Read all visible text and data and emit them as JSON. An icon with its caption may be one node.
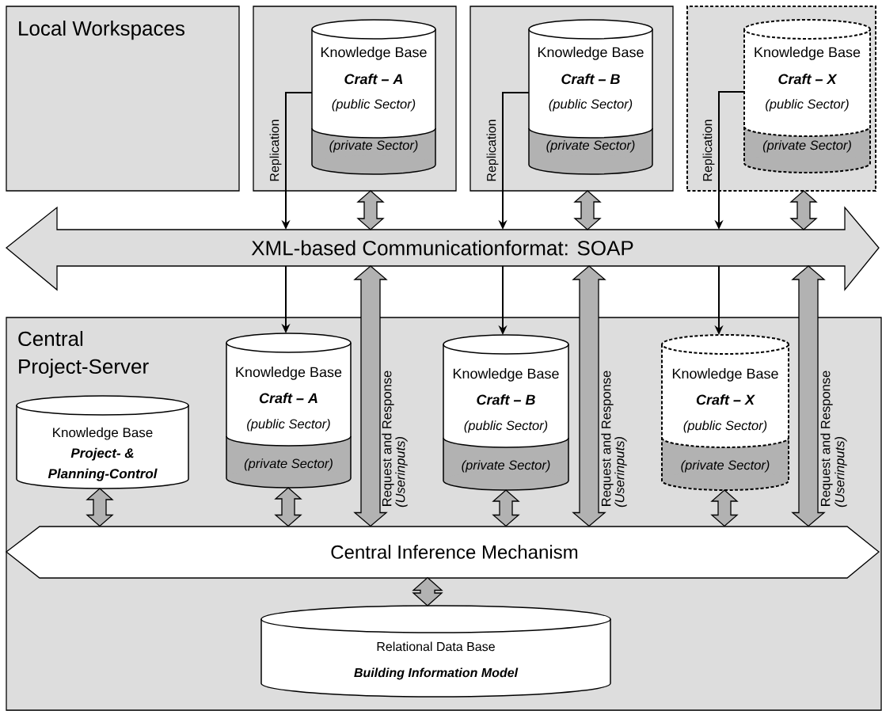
{
  "diagram": {
    "nodes": [
      {
        "text": [
          "Local Workspaces"
        ]
      },
      {
        "text": [],
        "shape": "box"
      },
      {
        "text": [
          "Knowledge Base",
          "Craft – A",
          "(public Sector)",
          "(private Sector)"
        ],
        "in": 1
      },
      {
        "text": [],
        "shape": "box"
      },
      {
        "text": [
          "Knowledge Base",
          "Craft – B",
          "(public Sector)",
          "(private Sector)"
        ],
        "in": 3
      },
      {
        "text": [],
        "shape": "box"
      },
      {
        "text": [
          "Knowledge Base",
          "Craft – X",
          "(public Sector)",
          "(private Sector)"
        ],
        "in": 5
      },
      {
        "text": [
          "XML-based Communicationformat: SOAP"
        ]
      },
      {
        "text": [
          "Central Project-Server"
        ]
      },
      {
        "text": [
          "Knowledge Base",
          "Project- & Planning-Control"
        ],
        "in": 8
      },
      {
        "text": [
          "Knowledge Base",
          "Craft – A",
          "(public Sector)",
          "(private Sector)"
        ],
        "in": 8
      },
      {
        "text": [
          "Knowledge Base",
          "Craft – B",
          "(public Sector)",
          "(private Sector)"
        ],
        "in": 8
      },
      {
        "text": [
          "Knowledge Base",
          "Craft – X",
          "(public Sector)",
          "(private Sector)"
        ],
        "in": 8
      },
      {
        "text": [
          "Central Inference Mechanism"
        ],
        "in": 8
      },
      {
        "text": [
          "Relational Data Base",
          "Building Information Model"
        ],
        "in": 8
      }
    ],
    "edges": [
      {
        "from": 2,
        "to": 7,
        "arrow": "to",
        "label": "Replication",
        "color": "#000000"
      },
      {
        "from": 1,
        "to": 7,
        "arrow": "both"
      },
      {
        "from": 4,
        "to": 7,
        "arrow": "to",
        "label": "Replication",
        "color": "#000000"
      },
      {
        "from": 3,
        "to": 7,
        "arrow": "both"
      },
      {
        "from": 6,
        "to": 7,
        "arrow": "to",
        "label": "Replication",
        "color": "#000000"
      },
      {
        "from": 5,
        "to": 7,
        "arrow": "both"
      },
      {
        "from": 7,
        "to": 10,
        "arrow": "to",
        "color": "#000000"
      },
      {
        "from": 7,
        "to": 11,
        "arrow": "to",
        "color": "#000000"
      },
      {
        "from": 7,
        "to": 12,
        "arrow": "to",
        "color": "#000000"
      },
      {
        "from": 7,
        "to": 13,
        "arrow": "both"
      },
      {
        "from": 7,
        "to": 13,
        "arrow": "both"
      },
      {
        "from": 7,
        "to": 13,
        "arrow": "both"
      },
      {
        "from": 9,
        "to": 13,
        "arrow": "both"
      },
      {
        "from": 10,
        "to": 13,
        "arrow": "both"
      },
      {
        "from": 11,
        "to": 13,
        "arrow": "both"
      },
      {
        "from": 12,
        "to": 13,
        "arrow": "both"
      },
      {
        "from": 13,
        "to": 14,
        "arrow": "both"
      }
    ],
    "labels": [
      "Request and Response",
      "(Userinputs)",
      "Request and Response",
      "(Userinputs)",
      "Request and Response",
      "(Userinputs)"
    ]
  }
}
